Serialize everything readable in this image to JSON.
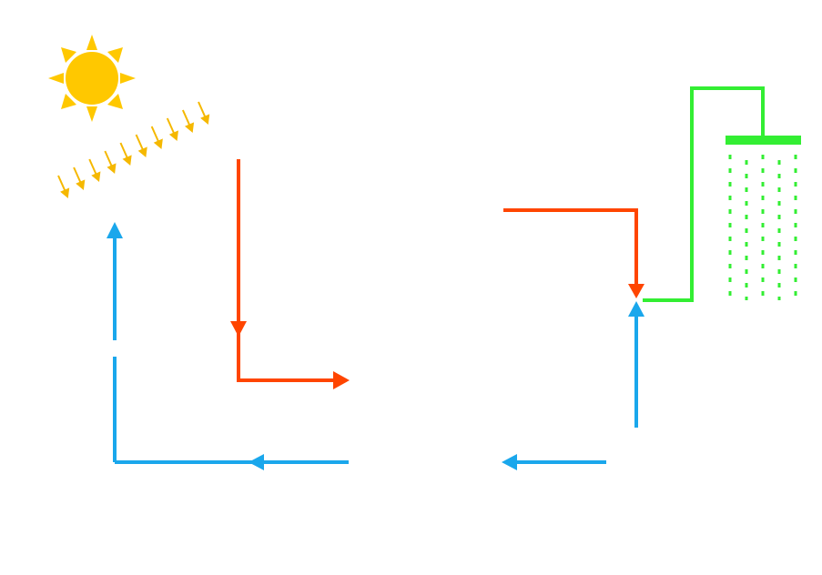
{
  "diagram": {
    "description_free": true,
    "colors": {
      "background": "#ffffff",
      "sun": "#FFC800",
      "sun_rays": "#F5B800",
      "hot_water": "#FF4500",
      "cold_water": "#1AA7EC",
      "shower": "#33EE33"
    },
    "icons": [
      "sun-icon",
      "sunlight-arrows",
      "shower-icon"
    ],
    "flows": [
      {
        "name": "hot-flow-left",
        "color_key": "hot_water",
        "direction": "down-then-right"
      },
      {
        "name": "cold-flow-left",
        "color_key": "cold_water",
        "direction": "left-then-up"
      },
      {
        "name": "hot-flow-right",
        "color_key": "hot_water",
        "direction": "right-then-down"
      },
      {
        "name": "cold-flow-right",
        "color_key": "cold_water",
        "direction": "up"
      },
      {
        "name": "cold-flow-bottom-right",
        "color_key": "cold_water",
        "direction": "left"
      },
      {
        "name": "shower-pipe",
        "color_key": "shower",
        "direction": "up-then-right"
      }
    ]
  }
}
